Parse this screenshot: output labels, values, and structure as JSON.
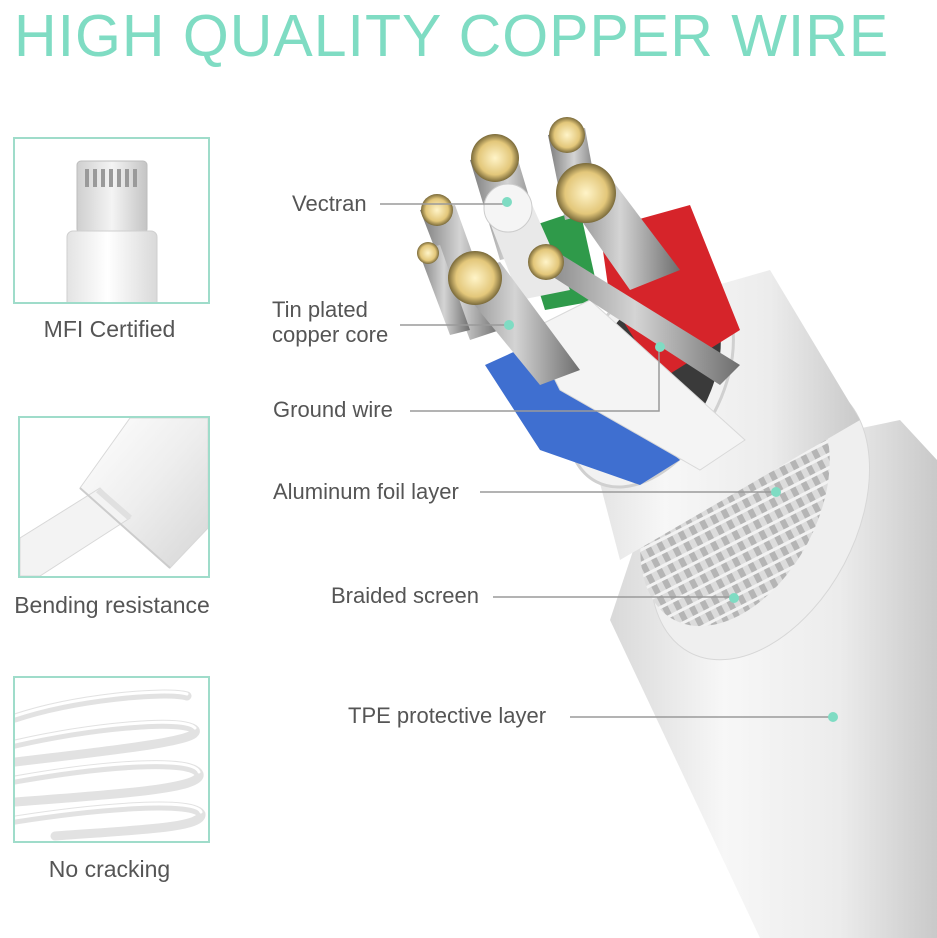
{
  "title": "HIGH QUALITY COPPER WIRE",
  "colors": {
    "accent": "#7fdcc3",
    "box_border": "#9fdcca",
    "label_text": "#555555",
    "blue_insulation": "#3f6fd0",
    "red_insulation": "#d6242a",
    "green_insulation": "#2f9a4a"
  },
  "features": [
    {
      "label": "MFI Certified",
      "icon": "lightning-connector-icon"
    },
    {
      "label": "Bending resistance",
      "icon": "cable-bend-icon"
    },
    {
      "label": "No cracking",
      "icon": "coiled-cable-icon"
    }
  ],
  "callouts": {
    "vectran": "Vectran",
    "tin_plated_line1": "Tin plated",
    "tin_plated_line2": "copper core",
    "ground_wire": "Ground wire",
    "aluminum_foil": "Aluminum foil layer",
    "braided_screen": "Braided screen",
    "tpe_layer": "TPE protective layer"
  }
}
